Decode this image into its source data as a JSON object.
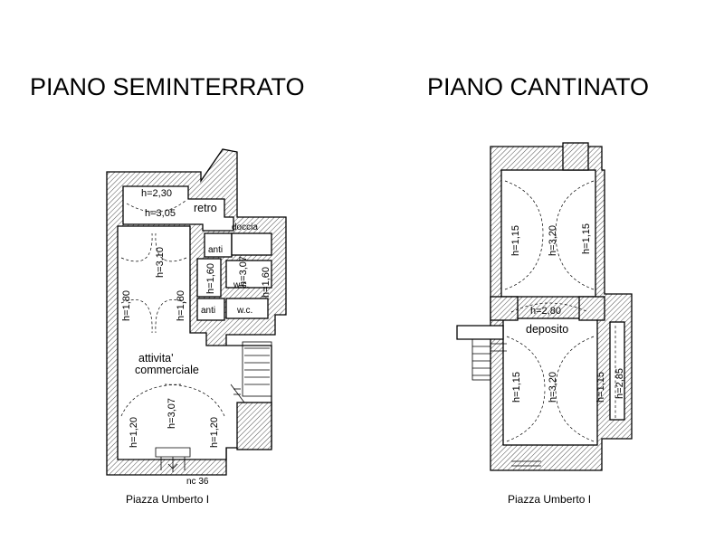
{
  "titles": {
    "left": "PIANO SEMINTERRATO",
    "right": "PIANO CANTINATO"
  },
  "left_plan": {
    "rooms": {
      "retro": "retro",
      "doccia": "doccia",
      "anti_top": "anti",
      "anti_bottom": "anti",
      "wc_top": "w.c.",
      "wc_bottom": "w.c.",
      "main_line1": "attivita'",
      "main_line2": "commerciale"
    },
    "heights": {
      "retro_vault": "h=2,30",
      "retro_ceiling": "h=3,05",
      "vault_top_center": "h=3,10",
      "vault_top_left": "h=1,80",
      "vault_top_right": "h=1,80",
      "vault_bottom_center": "h=3,07",
      "vault_bottom_left": "h=1,20",
      "vault_bottom_right": "h=1,20",
      "anti_height": "h=1,60",
      "wc_height": "h=3,07",
      "wc_height_2": "h=1,60"
    },
    "civic_number": "nc 36",
    "street": "Piazza Umberto I"
  },
  "right_plan": {
    "rooms": {
      "deposito": "deposito"
    },
    "heights": {
      "vault_top_left": "h=1,15",
      "vault_top_center": "h=3,20",
      "vault_top_right": "h=1,15",
      "vault_mid": "h=2,80",
      "vault_bottom_left": "h=1,15",
      "vault_bottom_center": "h=3,20",
      "vault_bottom_right": "h=1,15",
      "side_room": "h=2,85"
    },
    "street": "Piazza Umberto I"
  }
}
